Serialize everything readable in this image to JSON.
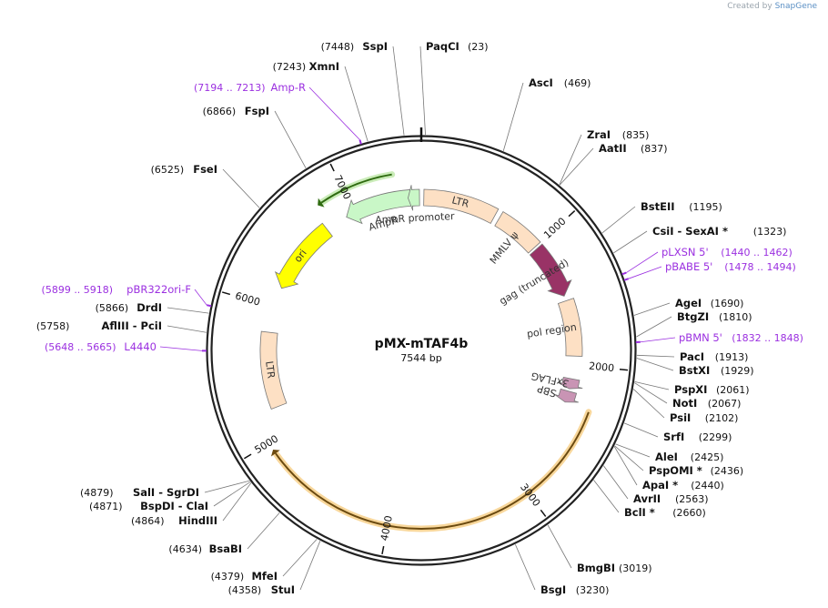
{
  "credit": {
    "prefix": "Created by",
    "brand": "SnapGene"
  },
  "plasmid": {
    "name": "pMX-mTAF4b",
    "size_label": "7544 bp",
    "total_bp": 7544
  },
  "colors": {
    "backbone": "#222222",
    "feature_label": "#333333",
    "primer": "#9b30e0",
    "site_line": "#777777",
    "ltr": "#fde0c4",
    "ampr": "#c9f7c7",
    "ori": "#ffff00",
    "gag": "#993366",
    "pol": "#fde0c4",
    "tag": "#c994b4",
    "taf4b": "#fff0c0"
  },
  "ticks": [
    {
      "bp": 1000,
      "label": "1000"
    },
    {
      "bp": 2000,
      "label": "2000"
    },
    {
      "bp": 3000,
      "label": "3000"
    },
    {
      "bp": 4000,
      "label": "4000"
    },
    {
      "bp": 5000,
      "label": "5000"
    },
    {
      "bp": 6000,
      "label": "6000"
    },
    {
      "bp": 7000,
      "label": "7000"
    }
  ],
  "sites": [
    {
      "name": "PaqCI",
      "pos": "(23)",
      "bp": 23
    },
    {
      "name": "AscI",
      "pos": "(469)",
      "bp": 469
    },
    {
      "name": "ZraI",
      "pos": "(835)",
      "bp": 835
    },
    {
      "name": "AatII",
      "pos": "(837)",
      "bp": 837
    },
    {
      "name": "BstEII",
      "pos": "(1195)",
      "bp": 1195
    },
    {
      "name": "CsiI - SexAI *",
      "pos": "(1323)",
      "bp": 1323
    },
    {
      "name": "AgeI",
      "pos": "(1690)",
      "bp": 1690
    },
    {
      "name": "BtgZI",
      "pos": "(1810)",
      "bp": 1810
    },
    {
      "name": "PacI",
      "pos": "(1913)",
      "bp": 1913
    },
    {
      "name": "BstXI",
      "pos": "(1929)",
      "bp": 1929
    },
    {
      "name": "PspXI",
      "pos": "(2061)",
      "bp": 2061
    },
    {
      "name": "NotI",
      "pos": "(2067)",
      "bp": 2067
    },
    {
      "name": "PsiI",
      "pos": "(2102)",
      "bp": 2102
    },
    {
      "name": "SrfI",
      "pos": "(2299)",
      "bp": 2299
    },
    {
      "name": "AleI",
      "pos": "(2425)",
      "bp": 2425
    },
    {
      "name": "PspOMI *",
      "pos": "(2436)",
      "bp": 2436
    },
    {
      "name": "ApaI *",
      "pos": "(2440)",
      "bp": 2440
    },
    {
      "name": "AvrII",
      "pos": "(2563)",
      "bp": 2563
    },
    {
      "name": "BclI *",
      "pos": "(2660)",
      "bp": 2660
    },
    {
      "name": "BmgBI",
      "pos": "(3019)",
      "bp": 3019
    },
    {
      "name": "BsgI",
      "pos": "(3230)",
      "bp": 3230
    },
    {
      "name": "StuI",
      "pos": "(4358)",
      "bp": 4358
    },
    {
      "name": "MfeI",
      "pos": "(4379)",
      "bp": 4379
    },
    {
      "name": "BsaBI",
      "pos": "(4634)",
      "bp": 4634
    },
    {
      "name": "HindIII",
      "pos": "(4864)",
      "bp": 4864
    },
    {
      "name": "BspDI - ClaI",
      "pos": "(4871)",
      "bp": 4871
    },
    {
      "name": "SalI - SgrDI",
      "pos": "(4879)",
      "bp": 4879
    },
    {
      "name": "AflIII - PciI",
      "pos": "(5758)",
      "bp": 5758
    },
    {
      "name": "DrdI",
      "pos": "(5866)",
      "bp": 5866
    },
    {
      "name": "FseI",
      "pos": "(6525)",
      "bp": 6525
    },
    {
      "name": "FspI",
      "pos": "(6866)",
      "bp": 6866
    },
    {
      "name": "XmnI",
      "pos": "(7243)",
      "bp": 7243
    },
    {
      "name": "SspI",
      "pos": "(7448)",
      "bp": 7448
    }
  ],
  "primers": [
    {
      "name": "pLXSN 5'",
      "range": "(1440 .. 1462)",
      "bp": 1451
    },
    {
      "name": "pBABE 5'",
      "range": "(1478 .. 1494)",
      "bp": 1486
    },
    {
      "name": "pBMN 5'",
      "range": "(1832 .. 1848)",
      "bp": 1840
    },
    {
      "name": "L4440",
      "range": "(5648 .. 5665)",
      "bp": 5656
    },
    {
      "name": "pBR322ori-F",
      "range": "(5899 .. 5918)",
      "bp": 5908
    },
    {
      "name": "Amp-R",
      "range": "(7194 .. 7213)",
      "bp": 7203
    }
  ],
  "features": [
    {
      "name": "LTR",
      "type": "box",
      "start": 20,
      "end": 600,
      "color": "ltr"
    },
    {
      "name": "MMLV ψ",
      "type": "box",
      "start": 640,
      "end": 1000,
      "color": "ltr"
    },
    {
      "name": "gag (truncated)",
      "type": "arrow",
      "start": 1020,
      "end": 1450,
      "color": "gag"
    },
    {
      "name": "pol region",
      "type": "box",
      "start": 1490,
      "end": 1930,
      "color": "pol"
    },
    {
      "name": "3xFLAG",
      "type": "arrow",
      "start": 2110,
      "end": 2190,
      "color": "tag"
    },
    {
      "name": "SBP",
      "type": "arrow",
      "start": 2210,
      "end": 2300,
      "color": "tag"
    },
    {
      "name": "LTR",
      "type": "box",
      "start": 5210,
      "end": 5800,
      "color": "ltr"
    },
    {
      "name": "ori",
      "type": "arrow",
      "start": 6750,
      "end": 6160,
      "color": "ori"
    },
    {
      "name": "AmpR",
      "type": "arrow",
      "start": 7460,
      "end": 6930,
      "color": "ampr"
    },
    {
      "name": "AmpR promoter",
      "type": "arrow",
      "start": 7530,
      "end": 7440,
      "color": "ampr"
    }
  ],
  "orfs": [
    {
      "start": 2310,
      "end": 4950
    },
    {
      "start": 7345,
      "end": 6800
    }
  ]
}
